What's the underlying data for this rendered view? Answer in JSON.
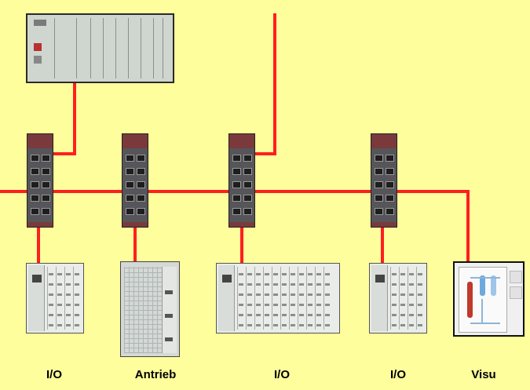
{
  "colors": {
    "background": "#fefe9c",
    "network_line": "#ff1f1f",
    "switch_body": "#55555a",
    "switch_accent": "#7a3a3c"
  },
  "icons": [
    "plc-rack-icon",
    "ethernet-switch-icon",
    "io-module-icon",
    "drive-cabinet-icon",
    "hmi-visualization-icon"
  ],
  "labels": {
    "io_1": "I/O",
    "drive": "Antrieb",
    "io_2": "I/O",
    "io_3": "I/O",
    "visu": "Visu"
  }
}
